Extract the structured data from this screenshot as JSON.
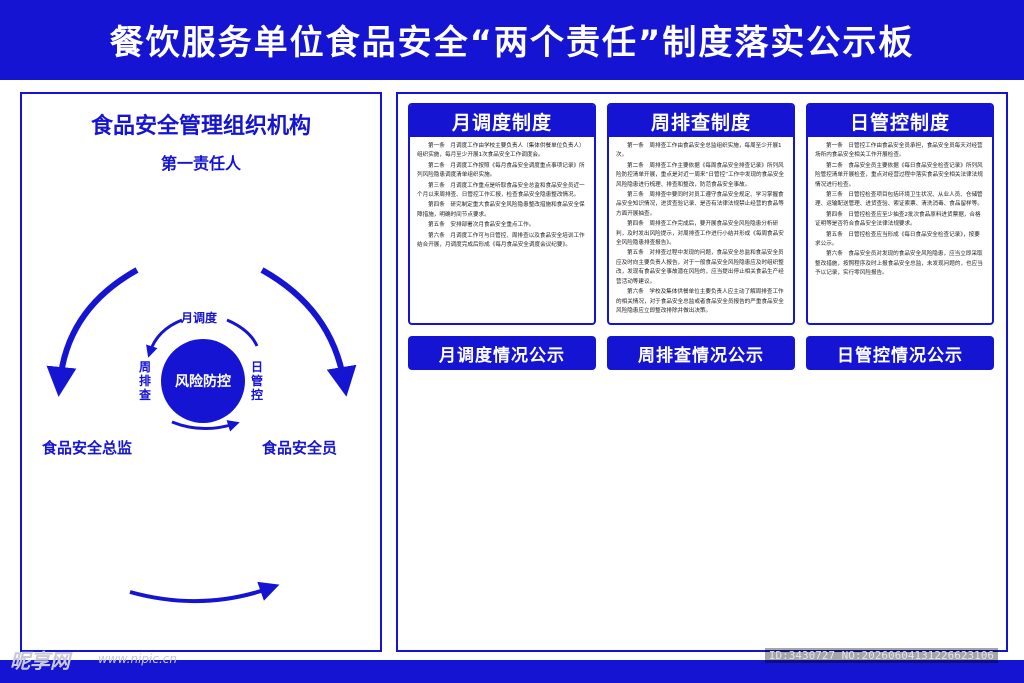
{
  "title": "餐饮服务单位食品安全“两个责任”制度落实公示板",
  "org": {
    "title": "食品安全管理组织机构",
    "first_responsible": "第一责任人",
    "center": "风险防控",
    "monthly": "月调度",
    "weekly": "周排查",
    "daily": "日管控",
    "director": "食品安全总监",
    "officer": "食品安全员"
  },
  "systems": [
    {
      "title": "月调度制度",
      "clauses": [
        "第一条　月调度工作由学校主要负责人（集体供餐单位负责人）组织实施，每月至少开展1次食品安全工作调度会。",
        "第二条　月调度工作按照《每月食品安全调度重点事项记录》所列风险隐患调度清单组织实施。",
        "第三条　月调度工作重点是听取食品安全总监和食品安全员近一个月以来周排查、日管控工作汇报，检查食品安全隐患整改情况。",
        "第四条　研究制定重大食品安全风险隐患整改措施和食品安全保障措施，明确时间节点要求。",
        "第五条　安排部署次月食品安全重点工作。",
        "第六条　月调度工作可与日管控、周排查以及食品安全培训工作结合开展，月调度完成后形成《每月食品安全调度会议纪要》。"
      ]
    },
    {
      "title": "周排查制度",
      "clauses": [
        "第一条　周排查工作由食品安全总监组织实施，每周至少开展1次。",
        "第二条　周排查工作主要依据《每周食品安全排查记录》所列风险防控清单开展，重点是对近一周来“日管控”工作中发现的食品安全风险隐患进行梳理、排查和整改，防范食品安全事故。",
        "第三条　周排查中要同时对员工遵守食品安全规定、学习掌握食品安全知识情况，进货查验记录、是否有法律法规禁止经营的食品等方面开展抽查。",
        "第四条　周排查工作完成后，要开展食品安全风险隐患分析研判，及时发出风险提示，对周排查工作进行小结并形成《每周食品安全风险隐患排查报告》。",
        "第五条　对排查过程中发现的问题，食品安全总监和食品安全员应及时向主要负责人报告，对于一般食品安全风险隐患应及时组织整改，发现有食品安全事故潜在风险的，应当提出停止相关食品生产经营活动等建议。",
        "第六条　学校及集体供餐单位主要负责人应主动了解周排查工作的相关情况，对于食品安全总监或者食品安全员报告的严重食品安全风险隐患应立即整改排除并做出决策。"
      ]
    },
    {
      "title": "日管控制度",
      "clauses": [
        "第一条　日管控工作由食品安全员承担，食品安全员每天对经营场所内食品安全相关工作开展检查。",
        "第二条　食品安全员主要依据《每日食品安全检查记录》所列风险管控清单开展检查，重点对经营过程中落实食品安全相关法律法规情况进行检查。",
        "第三条　日管控检查项目包括环境卫生状况、从业人员、仓储管理、运输配送管理、进货查验、索证索票、清洗消毒、食品留样等。",
        "第四条　日管控检查应至少抽查2批次食品原料进货票据，合格证明等是否符合食品安全法律法规要求。",
        "第五条　日管控检查应当形成《每日食品安全检查记录》，按要求公示。",
        "第六条　食品安全员对发现的食品安全风险隐患，应当立即采取整改措施，按照程序及时上报食品安全总监，未发现问题的，也应当予以记录，实行零风险报告。"
      ]
    }
  ],
  "publicity": [
    "月调度情况公示",
    "周排查情况公示",
    "日管控情况公示"
  ],
  "watermark": {
    "logo": "昵享网",
    "url": "www.nipic.cn",
    "id": "ID:3430727 NO:20260604131226623106"
  },
  "colors": {
    "brand_blue": "#1414d2",
    "background": "#ffffff"
  }
}
